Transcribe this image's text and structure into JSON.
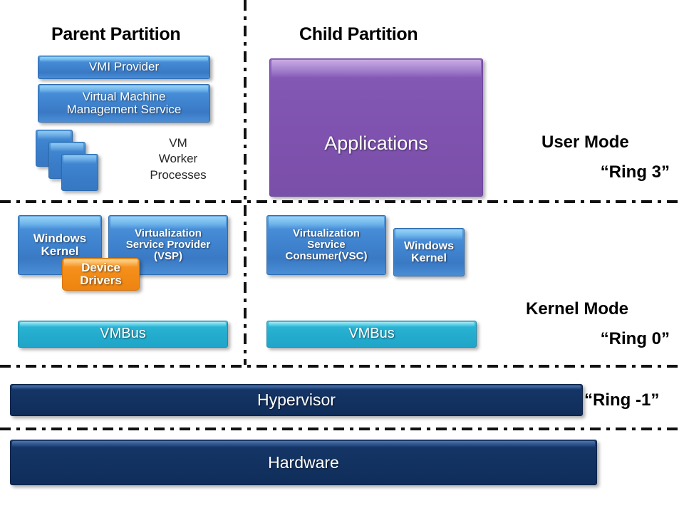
{
  "diagram": {
    "title_parent": "Parent Partition",
    "title_child": "Child Partition",
    "modes": {
      "user_mode": "User Mode",
      "user_ring": "“Ring 3”",
      "kernel_mode": "Kernel Mode",
      "kernel_ring": "“Ring 0”",
      "hypervisor_ring": "“Ring -1”"
    },
    "parent": {
      "wmi_provider": "VMI Provider",
      "vmms": "Virtual Machine\nManagement Service",
      "worker_processes": "VM\nWorker\nProcesses",
      "windows_kernel": "Windows\nKernel",
      "vsp": "Virtualization\nService Provider\n(VSP)",
      "device_drivers": "Device\nDrivers",
      "vmbus": "VMBus"
    },
    "child": {
      "applications": "Applications",
      "vsc": "Virtualization\nService\nConsumer(VSC)",
      "windows_kernel": "Windows\nKernel",
      "vmbus": "VMBus"
    },
    "platform": {
      "hypervisor": "Hypervisor",
      "hardware": "Hardware"
    },
    "colors": {
      "blue": "#3f83cf",
      "purple": "#7e52ae",
      "orange": "#f28b16",
      "cyan": "#23abcd",
      "navy": "#123160",
      "text_dark": "#000000"
    }
  }
}
